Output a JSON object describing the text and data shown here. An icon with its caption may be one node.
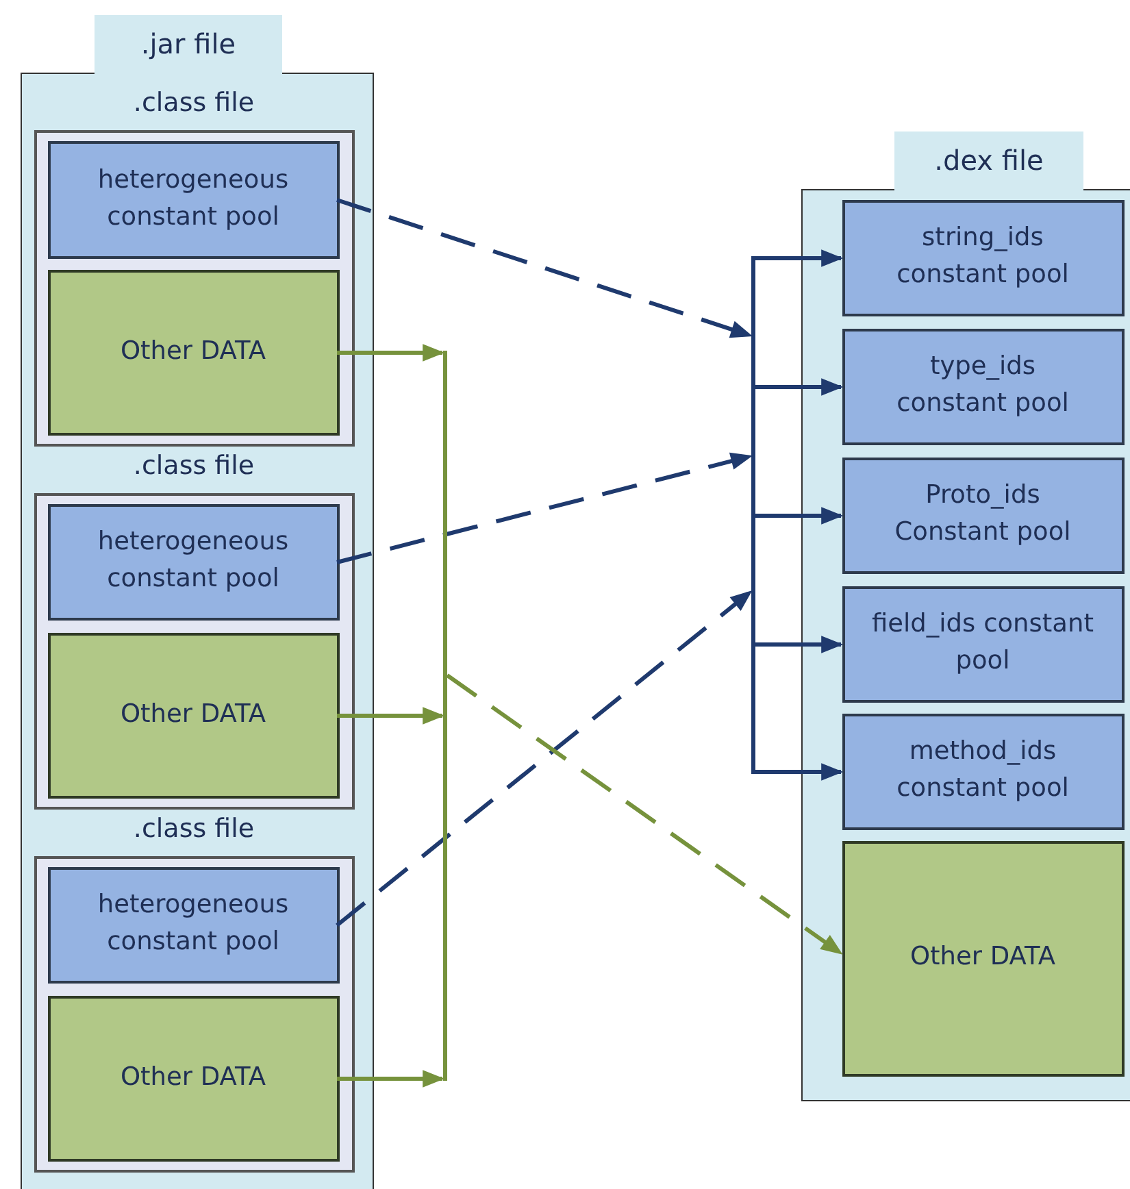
{
  "diagram": {
    "nodes": [
      {
        "text": [
          ".jar file"
        ]
      },
      {
        "text": [
          ".class file"
        ],
        "in": 0
      },
      {
        "text": [
          "heterogeneous constant pool"
        ],
        "in": 1
      },
      {
        "text": [
          "Other DATA"
        ],
        "in": 1
      },
      {
        "text": [
          ".class file"
        ],
        "in": 0
      },
      {
        "text": [
          "heterogeneous constant pool"
        ],
        "in": 4
      },
      {
        "text": [
          "Other DATA"
        ],
        "in": 4
      },
      {
        "text": [
          ".class file"
        ],
        "in": 0
      },
      {
        "text": [
          "heterogeneous constant pool"
        ],
        "in": 7
      },
      {
        "text": [
          "Other DATA"
        ],
        "in": 7
      },
      {
        "text": [
          ".dex file"
        ]
      },
      {
        "text": [
          "string_ids constant pool"
        ],
        "in": 10
      },
      {
        "text": [
          "type_ids constant pool"
        ],
        "in": 10
      },
      {
        "text": [
          "Proto_ids Constant pool"
        ],
        "in": 10
      },
      {
        "text": [
          "field_ids constant pool"
        ],
        "in": 10
      },
      {
        "text": [
          "method_ids constant pool"
        ],
        "in": 10
      },
      {
        "text": [
          "Other DATA"
        ],
        "in": 10
      }
    ],
    "edges": [
      {
        "from": 2,
        "to": 11,
        "arrow": "to",
        "style": "dashed"
      },
      {
        "from": 2,
        "to": 12,
        "arrow": "to",
        "style": "dashed"
      },
      {
        "from": 2,
        "to": 13,
        "arrow": "to",
        "style": "dashed"
      },
      {
        "from": 2,
        "to": 14,
        "arrow": "to",
        "style": "dashed"
      },
      {
        "from": 2,
        "to": 15,
        "arrow": "to",
        "style": "dashed"
      },
      {
        "from": 5,
        "to": 11,
        "arrow": "to",
        "style": "dashed"
      },
      {
        "from": 5,
        "to": 12,
        "arrow": "to",
        "style": "dashed"
      },
      {
        "from": 5,
        "to": 13,
        "arrow": "to",
        "style": "dashed"
      },
      {
        "from": 5,
        "to": 14,
        "arrow": "to",
        "style": "dashed"
      },
      {
        "from": 5,
        "to": 15,
        "arrow": "to",
        "style": "dashed"
      },
      {
        "from": 8,
        "to": 11,
        "arrow": "to",
        "style": "dashed"
      },
      {
        "from": 8,
        "to": 12,
        "arrow": "to",
        "style": "dashed"
      },
      {
        "from": 8,
        "to": 13,
        "arrow": "to",
        "style": "dashed"
      },
      {
        "from": 8,
        "to": 14,
        "arrow": "to",
        "style": "dashed"
      },
      {
        "from": 8,
        "to": 15,
        "arrow": "to",
        "style": "dashed"
      },
      {
        "from": 3,
        "to": 16,
        "arrow": "to",
        "style": "dashed",
        "color": "#76923c"
      },
      {
        "from": 6,
        "to": 16,
        "arrow": "to",
        "style": "dashed",
        "color": "#76923c"
      },
      {
        "from": 9,
        "to": 16,
        "arrow": "to",
        "style": "dashed",
        "color": "#76923c"
      }
    ]
  }
}
